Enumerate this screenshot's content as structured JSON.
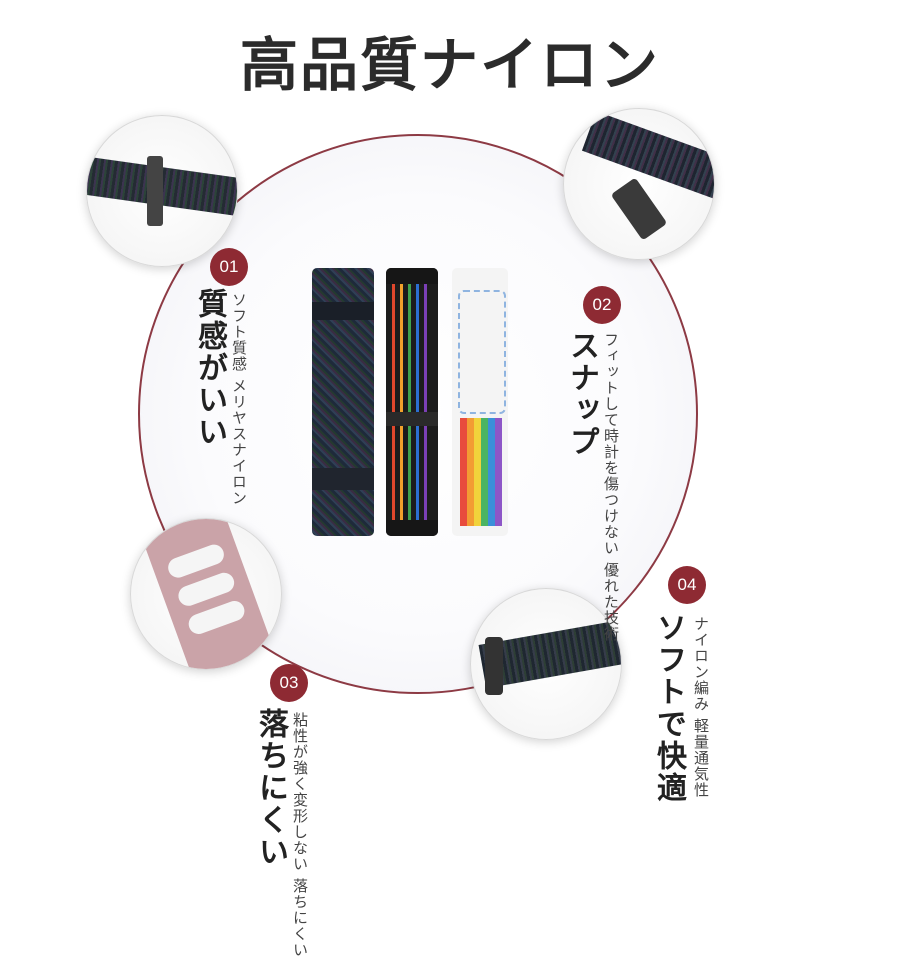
{
  "title": "高品質ナイロン",
  "features": [
    {
      "number": "01",
      "heading": "質感がいい",
      "lines": [
        "ソフト質感",
        "メリヤスナイロン"
      ]
    },
    {
      "number": "02",
      "heading": "スナップ",
      "lines": [
        "フィットして時計を傷つけない",
        "優れた技術"
      ]
    },
    {
      "number": "03",
      "heading": "落ちにくい",
      "lines": [
        "粘性が強く変形しない",
        "落ちにくい"
      ]
    },
    {
      "number": "04",
      "heading": "ソフトで快適",
      "lines": [
        "ナイロン編み",
        "軽量通気性"
      ]
    }
  ],
  "colors": {
    "accent": "#8e2a33",
    "ring": "#8d3a44"
  }
}
